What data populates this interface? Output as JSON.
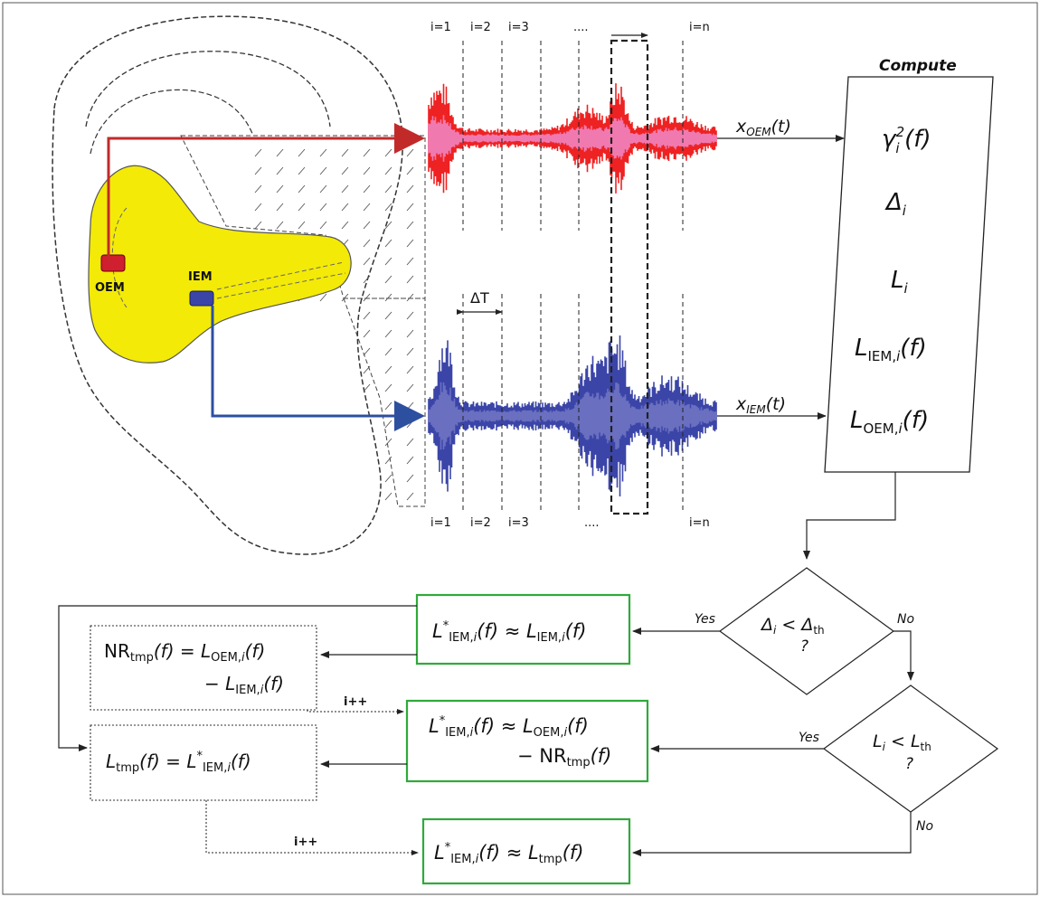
{
  "ear": {
    "oem_label": "OEM",
    "iem_label": "IEM"
  },
  "signals": {
    "top_index_labels": [
      "i=1",
      "i=2",
      "i=3",
      "....",
      "i=n"
    ],
    "bottom_index_labels": [
      "i=1",
      "i=2",
      "i=3",
      "....",
      "i=n"
    ],
    "delta_t": "ΔT",
    "x_oem": "x",
    "x_oem_sub": "OEM",
    "x_oem_arg": "(t)",
    "x_iem": "x",
    "x_iem_sub": "IEM",
    "x_iem_arg": "(t)",
    "oem_color": "#ee2222",
    "iem_color": "#3b45a8"
  },
  "compute": {
    "title": "Compute",
    "gamma": "γ",
    "gamma_sub": "i",
    "gamma_sup": "2",
    "gamma_arg": "(f)",
    "delta": "Δ",
    "delta_sub": "i",
    "L": "L",
    "L_sub": "i",
    "L_iem": "L",
    "L_iem_sub_a": "IEM,",
    "L_iem_sub_b": "i",
    "L_iem_arg": "(f)",
    "L_oem": "L",
    "L_oem_sub_a": "OEM,",
    "L_oem_sub_b": "i",
    "L_oem_arg": "(f)"
  },
  "decisions": {
    "d1_lhs": "Δ",
    "d1_lhs_sub": "i",
    "d1_op": " < ",
    "d1_rhs": "Δ",
    "d1_rhs_sub": "th",
    "d1_q": "?",
    "d1_yes": "Yes",
    "d1_no": "No",
    "d2_lhs": "L",
    "d2_lhs_sub": "i",
    "d2_op": " < ",
    "d2_rhs": "L",
    "d2_rhs_sub": "th",
    "d2_q": "?",
    "d2_yes": "Yes",
    "d2_no": "No"
  },
  "green_boxes": {
    "g1": "L*IEM,i(f) ≈ LIEM,i(f)",
    "g2_line1": "L*IEM,i(f) ≈ LOEM,i(f)",
    "g2_line2": "− NRtmp(f)",
    "g3": "L*IEM,i(f) ≈ Ltmp(f)"
  },
  "dotted_boxes": {
    "nr_line1": "NRtmp(f) = LOEM,i(f)",
    "nr_line2": "− LIEM,i(f)",
    "ltmp": "Ltmp(f) = L*IEM,i(f)"
  },
  "loop": {
    "inc1": "i++",
    "inc2": "i++"
  },
  "colors": {
    "green": "#2faa3a",
    "ear_yellow": "#f3ea08",
    "red_arrow": "#c22a2a",
    "blue_arrow": "#2d4fa0"
  }
}
